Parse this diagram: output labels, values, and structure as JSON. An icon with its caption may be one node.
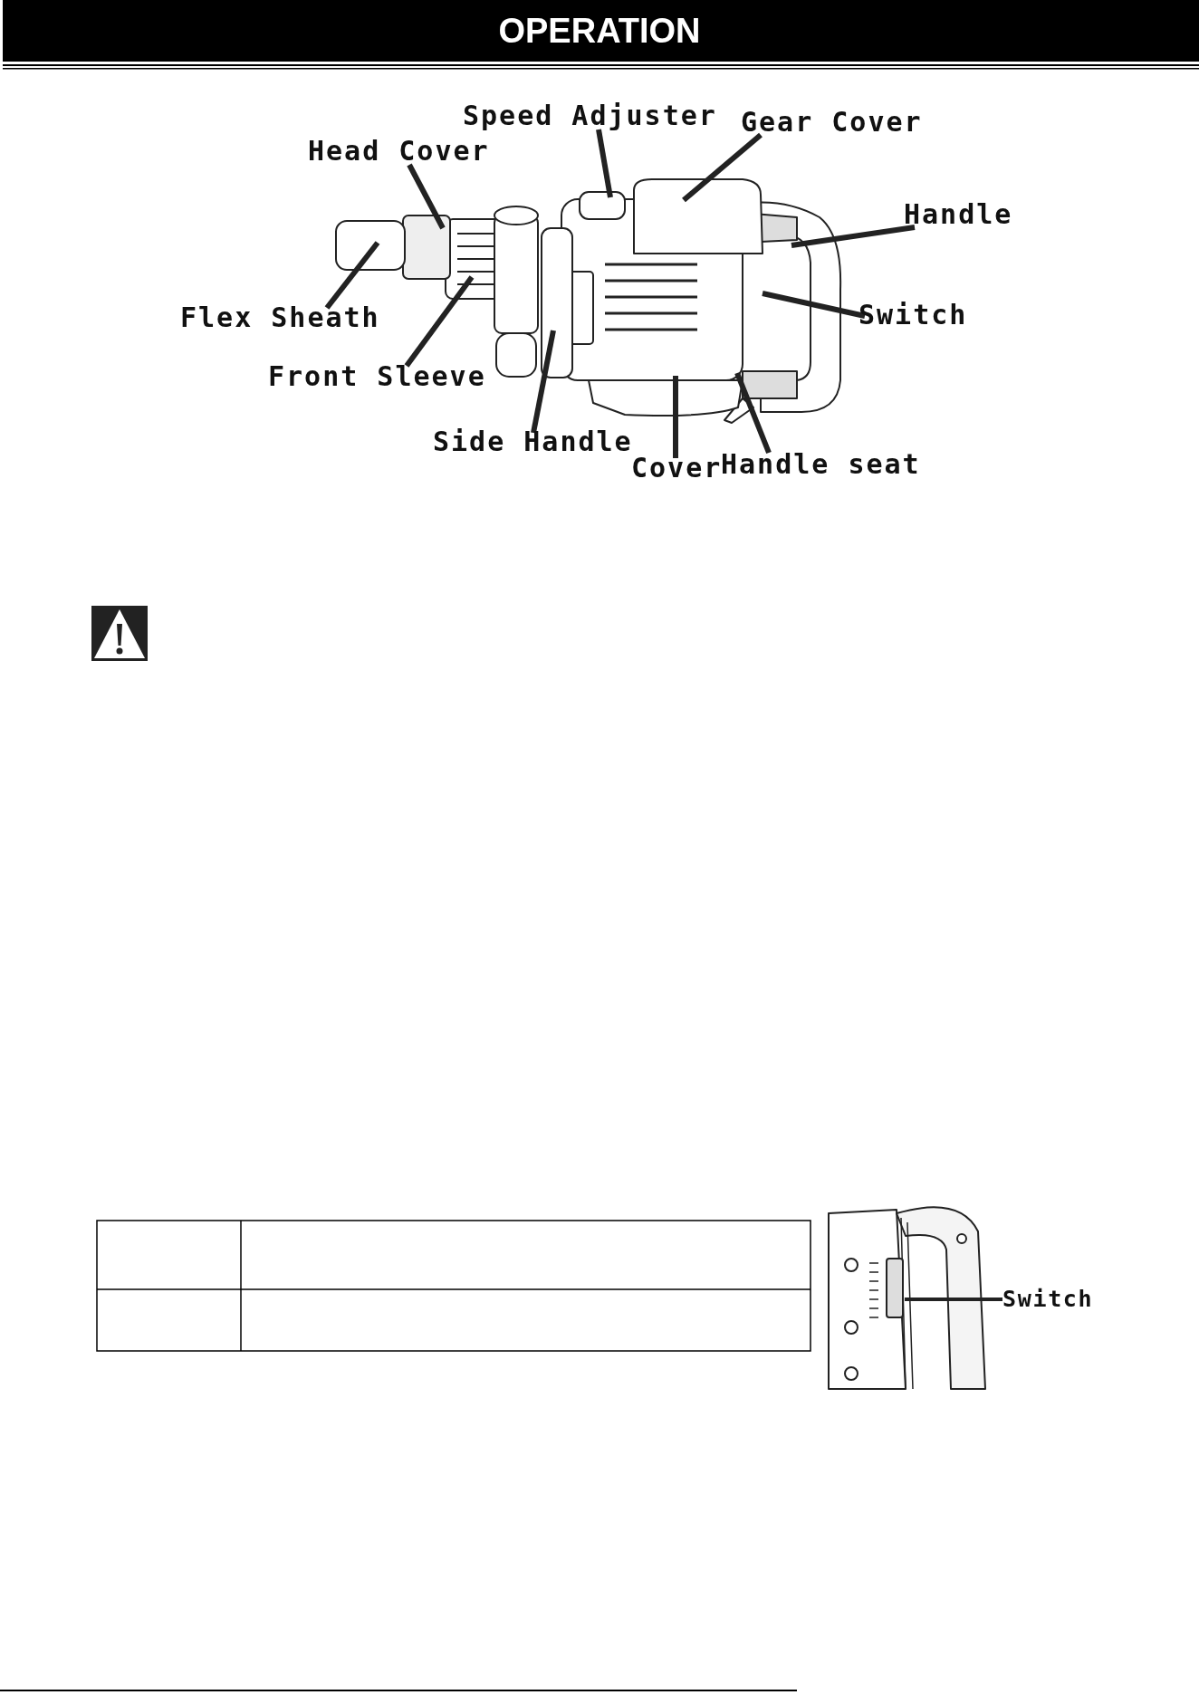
{
  "diagram": {
    "title": "OPERATION",
    "nodes": [
      {
        "text": [],
        "shape": "picture"
      },
      {
        "text": [
          "Speed Adjuster"
        ]
      },
      {
        "text": [
          "Gear Cover"
        ]
      },
      {
        "text": [
          "Head Cover"
        ]
      },
      {
        "text": [
          "Handle"
        ]
      },
      {
        "text": [
          "Switch"
        ]
      },
      {
        "text": [
          "Flex Sheath"
        ]
      },
      {
        "text": [
          "Front Sleeve"
        ]
      },
      {
        "text": [
          "Side Handle"
        ]
      },
      {
        "text": [
          "Cover"
        ]
      },
      {
        "text": [
          "Handle seat"
        ]
      },
      {
        "text": [],
        "shape": "picture"
      },
      {
        "text": [
          "Switch"
        ]
      }
    ],
    "edges": [
      {
        "from": 1,
        "to": 0,
        "arrow": "none"
      },
      {
        "from": 2,
        "to": 0,
        "arrow": "none"
      },
      {
        "from": 3,
        "to": 0,
        "arrow": "none"
      },
      {
        "from": 4,
        "to": 0,
        "arrow": "none"
      },
      {
        "from": 5,
        "to": 0,
        "arrow": "none"
      },
      {
        "from": 6,
        "to": 0,
        "arrow": "none"
      },
      {
        "from": 7,
        "to": 0,
        "arrow": "none"
      },
      {
        "from": 8,
        "to": 0,
        "arrow": "none"
      },
      {
        "from": 9,
        "to": 0,
        "arrow": "none"
      },
      {
        "from": 10,
        "to": 0,
        "arrow": "none"
      },
      {
        "from": 12,
        "to": 11,
        "arrow": "none"
      }
    ]
  }
}
